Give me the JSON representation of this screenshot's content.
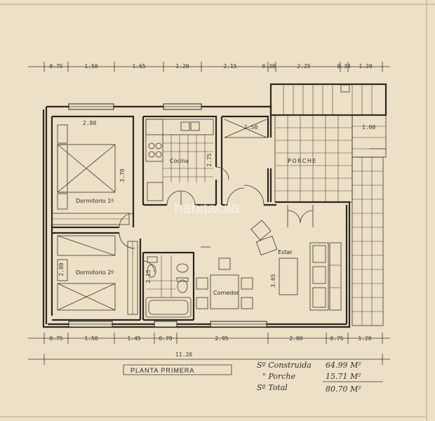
{
  "plan": {
    "title": "PLANTA PRIMERA",
    "watermark": "habitaclia",
    "top_dims": [
      "0.75",
      "1.50",
      "1.65",
      "1.20",
      "2.15",
      "0.30",
      "2.25",
      "0.30",
      "1.20"
    ],
    "bottom_dims": [
      "0.75",
      "1.50",
      "1.45",
      "0.70",
      "2.95",
      "2.00",
      "0.75",
      "1.20"
    ],
    "total_width": "11.20",
    "inner_dims": {
      "d1_width": "2.80",
      "d1_height": "3.70",
      "kitchen_height": "2.75",
      "porch_width": "1.50",
      "porch_right": "1.00",
      "d2_height": "2.80",
      "bath_height": "2.15",
      "estar_height": "3.65"
    },
    "rooms": {
      "dormitorio1": "Dormitorio 1º",
      "dormitorio2": "Dormitorio 2º",
      "cocina": "Cocina",
      "porche": "PORCHE",
      "estar": "Estar",
      "comedor": "Comedor"
    },
    "areas": {
      "line1_label": "Sº Construida",
      "line1_value": "64.99 M²",
      "line2_label": "\" Porche",
      "line2_value": "15.71 M²",
      "line3_label": "Sº Total",
      "line3_value": "80.70 M²"
    }
  },
  "colors": {
    "paper": "#ece0c6",
    "ink": "#2a2621"
  }
}
